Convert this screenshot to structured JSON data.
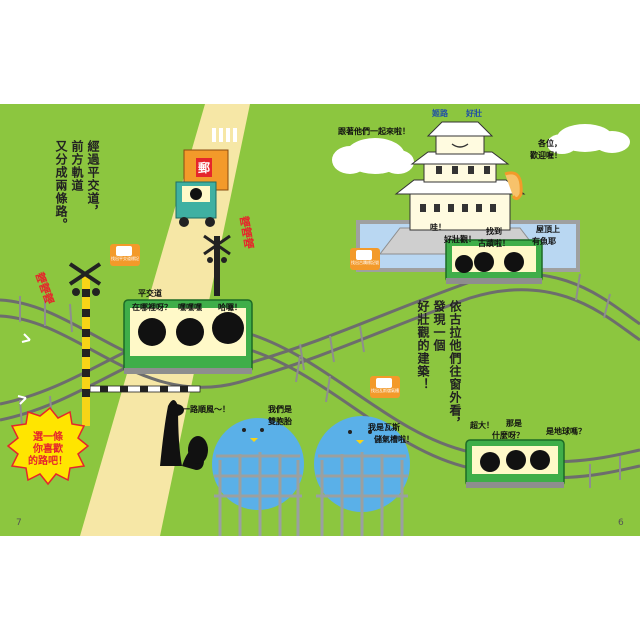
{
  "page_numbers": {
    "left": "7",
    "right": "6"
  },
  "narration": {
    "left_column_1": "經過平交道，",
    "left_column_2": "前方軌道",
    "left_column_3": "又分成兩條路。",
    "right_column_1": "依古拉他們往窗外看，",
    "right_column_2": "發現一個",
    "right_column_3": "好壯觀的建築！"
  },
  "onomatopoeia": {
    "left": "噹噹噹",
    "right": "噹噹噹"
  },
  "choose_prompt": {
    "line1": "選一條",
    "line2": "你喜歡",
    "line3": "的路吧！"
  },
  "speech": {
    "cloud": "跟著他們一起來啦！",
    "castle_welcome_1": "各位，",
    "castle_welcome_2": "歡迎喔！",
    "castle_sign_left": "姬路",
    "castle_sign_right": "好壯",
    "top_train_1": "哇！",
    "top_train_2": "好壯觀！",
    "top_train_3": "找到",
    "top_train_4": "古蹟啦！",
    "top_train_5": "屋頂上",
    "top_train_6": "有魚耶",
    "left_train_1": "平交道",
    "left_train_2": "在哪裡呀？",
    "left_train_3": "嘿嘿嘿",
    "left_train_4": "哈囉！",
    "dinosaur": "一路順風～！",
    "ball_left_1": "我們是",
    "ball_left_2": "雙胞胎",
    "ball_right_1": "我是瓦斯",
    "ball_right_2": "儲氣槽啦！",
    "bottom_train_1": "超大！",
    "bottom_train_2": "那是",
    "bottom_train_3": "什麼呀？",
    "bottom_train_4": "是地球嗎？"
  },
  "signs": {
    "truck_sign": "找出平交道標記號！",
    "castle_sign": "找出古蹟標記號！",
    "tank_sign": "找出瓦斯儲氣槽標記號！"
  },
  "truck": {
    "cargo_label": "郵"
  },
  "colors": {
    "grass": "#8cc63f",
    "road": "#f6e7a6",
    "track": "#6d6d6d",
    "train_green": "#3fae49",
    "train_window": "#fff9c8",
    "sign_orange": "#f39a2a",
    "tank_blue": "#5ab0e8",
    "prompt_yellow": "#ffe500",
    "onomatopoeia_red": "#e5262b"
  }
}
